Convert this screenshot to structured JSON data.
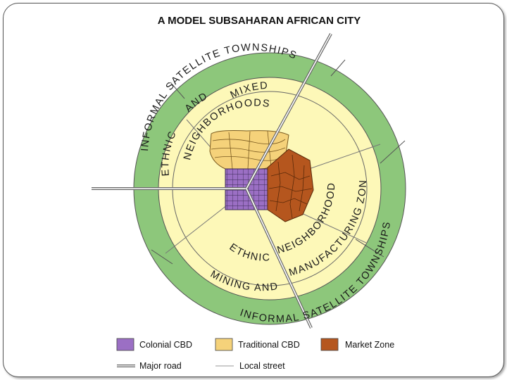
{
  "title": "A MODEL SUBSAHARAN AFRICAN CITY",
  "ring_labels": {
    "outer_top": "INFORMAL SATELLITE TOWNSHIPS",
    "outer_bottom_1": "INFORMAL SATELLITE TOWNSHIPS",
    "mixed": "MIXED",
    "and": "AND",
    "ethnic_left": "ETHNIC",
    "neighborhoods_top": "NEIGHBORHOODS",
    "neighborhoods_right": "NEIGHBORHOODS",
    "ethnic_bottom": "ETHNIC",
    "manufacturing": "MANUFACTURING ZONE",
    "mining": "MINING AND"
  },
  "legend": {
    "colonial_cbd": "Colonial CBD",
    "traditional_cbd": "Traditional CBD",
    "market_zone": "Market Zone",
    "major_road": "Major road",
    "local_street": "Local street"
  },
  "colors": {
    "outer_ring": "#8dc77b",
    "inner_zone": "#fdf8b8",
    "colonial_cbd": "#9b6fc4",
    "traditional_cbd": "#f5d27a",
    "market_zone": "#b5561e",
    "outline": "#555555"
  }
}
